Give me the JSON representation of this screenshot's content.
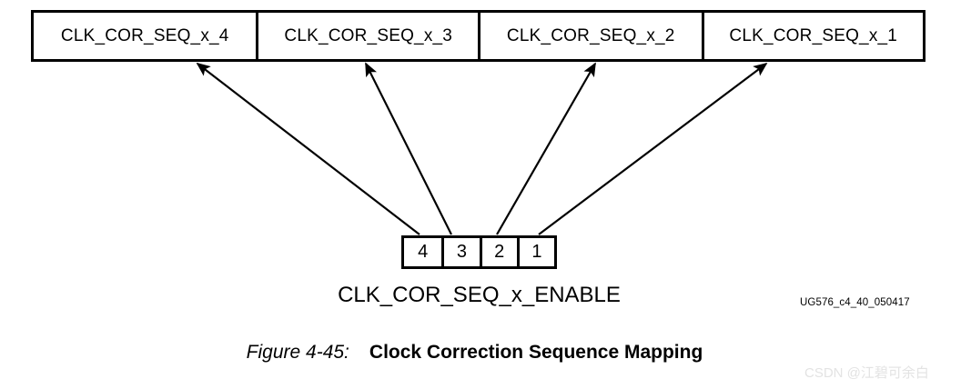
{
  "figure": {
    "sequence_boxes": [
      {
        "label": "CLK_COR_SEQ_x_4"
      },
      {
        "label": "CLK_COR_SEQ_x_3"
      },
      {
        "label": "CLK_COR_SEQ_x_2"
      },
      {
        "label": "CLK_COR_SEQ_x_1"
      }
    ],
    "enable_bits": [
      {
        "value": "4"
      },
      {
        "value": "3"
      },
      {
        "value": "2"
      },
      {
        "value": "1"
      }
    ],
    "enable_label": "CLK_COR_SEQ_x_ENABLE",
    "doc_reference": "UG576_c4_40_050417",
    "caption_number": "Figure 4-45:",
    "caption_title": "Clock Correction Sequence Mapping",
    "watermark": "CSDN @江碧可余白",
    "colors": {
      "stroke": "#000000",
      "background": "#ffffff",
      "watermark": "#e3e3e3"
    }
  }
}
